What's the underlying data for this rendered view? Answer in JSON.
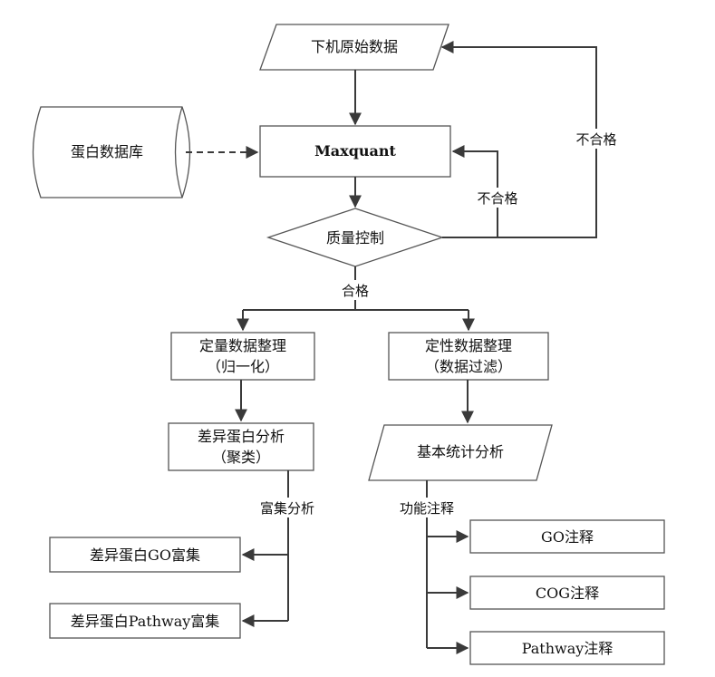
{
  "nodes": {
    "raw_data": "下机原始数据",
    "database": "蛋白数据库",
    "maxquant": "Maxquant",
    "quality_control": "质量控制",
    "quant_line1": "定量数据整理",
    "quant_line2": "（归一化）",
    "qual_line1": "定性数据整理",
    "qual_line2": "（数据过滤）",
    "diff_line1": "差异蛋白分析",
    "diff_line2": "（聚类）",
    "basic_stats": "基本统计分析",
    "go_enrich": "差异蛋白GO富集",
    "pathway_enrich": "差异蛋白Pathway富集",
    "go_annot": "GO注释",
    "cog_annot": "COG注释",
    "pathway_annot": "Pathway注释"
  },
  "edge_labels": {
    "fail_outer": "不合格",
    "fail_inner": "不合格",
    "pass": "合格",
    "enrichment": "富集分析",
    "annotation": "功能注释"
  }
}
